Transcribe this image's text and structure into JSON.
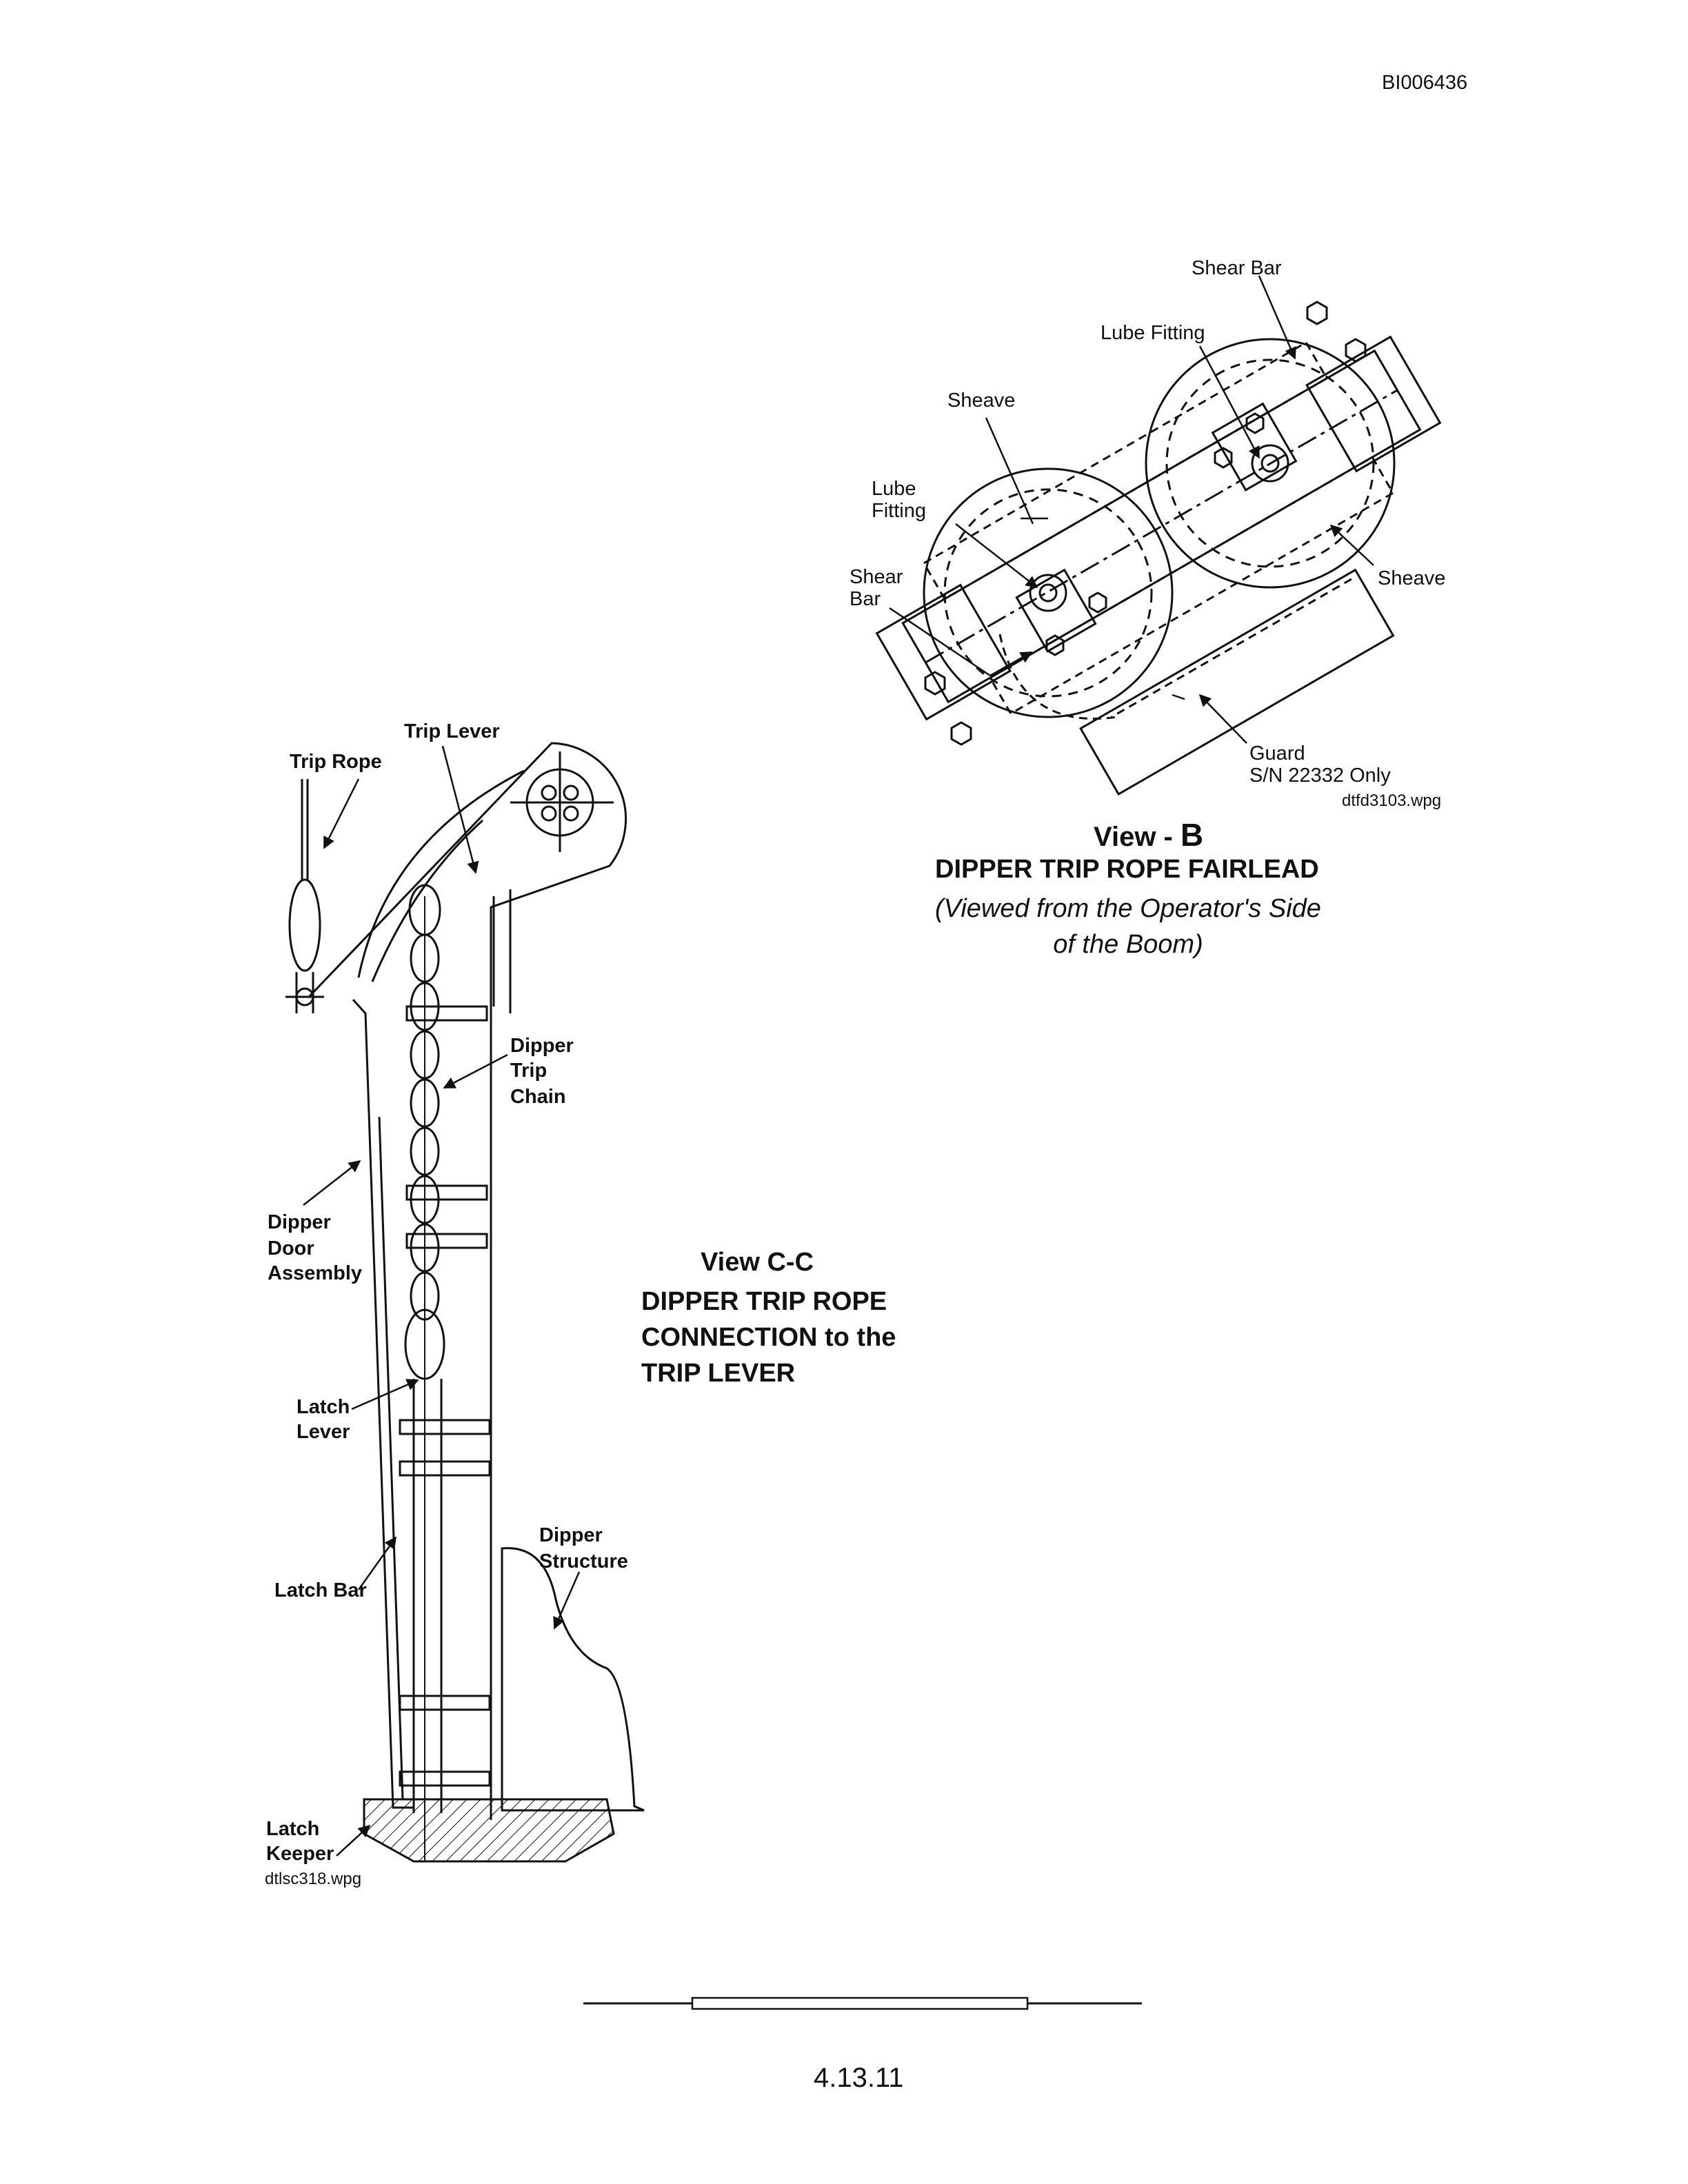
{
  "document": {
    "doc_id": "BI006436",
    "page_number": "4.13.11"
  },
  "view_b": {
    "title_prefix": "View - ",
    "title_letter": "B",
    "heading": "DIPPER TRIP ROPE FAIRLEAD",
    "subheading_line1": "(Viewed from the Operator's Side",
    "subheading_line2": "of the Boom)",
    "file_name": "dtfd3103.wpg",
    "labels": {
      "shear_bar_top": "Shear Bar",
      "lube_fitting_top": "Lube Fitting",
      "sheave_top": "Sheave",
      "lube_fitting_left_1": "Lube",
      "lube_fitting_left_2": "Fitting",
      "shear_bar_left_1": "Shear",
      "shear_bar_left_2": "Bar",
      "sheave_right": "Sheave",
      "guard_1": "Guard",
      "guard_2": "S/N 22332 Only"
    }
  },
  "view_cc": {
    "title": "View C-C",
    "heading_line1": "DIPPER TRIP ROPE",
    "heading_line2": "CONNECTION to the",
    "heading_line3": "TRIP LEVER",
    "file_name": "dtlsc318.wpg",
    "labels": {
      "trip_lever": "Trip Lever",
      "trip_rope": "Trip Rope",
      "dipper_trip_chain_1": "Dipper",
      "dipper_trip_chain_2": "Trip",
      "dipper_trip_chain_3": "Chain",
      "dipper_door_1": "Dipper",
      "dipper_door_2": "Door",
      "dipper_door_3": "Assembly",
      "latch_lever_1": "Latch",
      "latch_lever_2": "Lever",
      "dipper_structure_1": "Dipper",
      "dipper_structure_2": "Structure",
      "latch_bar": "Latch Bar",
      "latch_keeper_1": "Latch",
      "latch_keeper_2": "Keeper"
    }
  }
}
